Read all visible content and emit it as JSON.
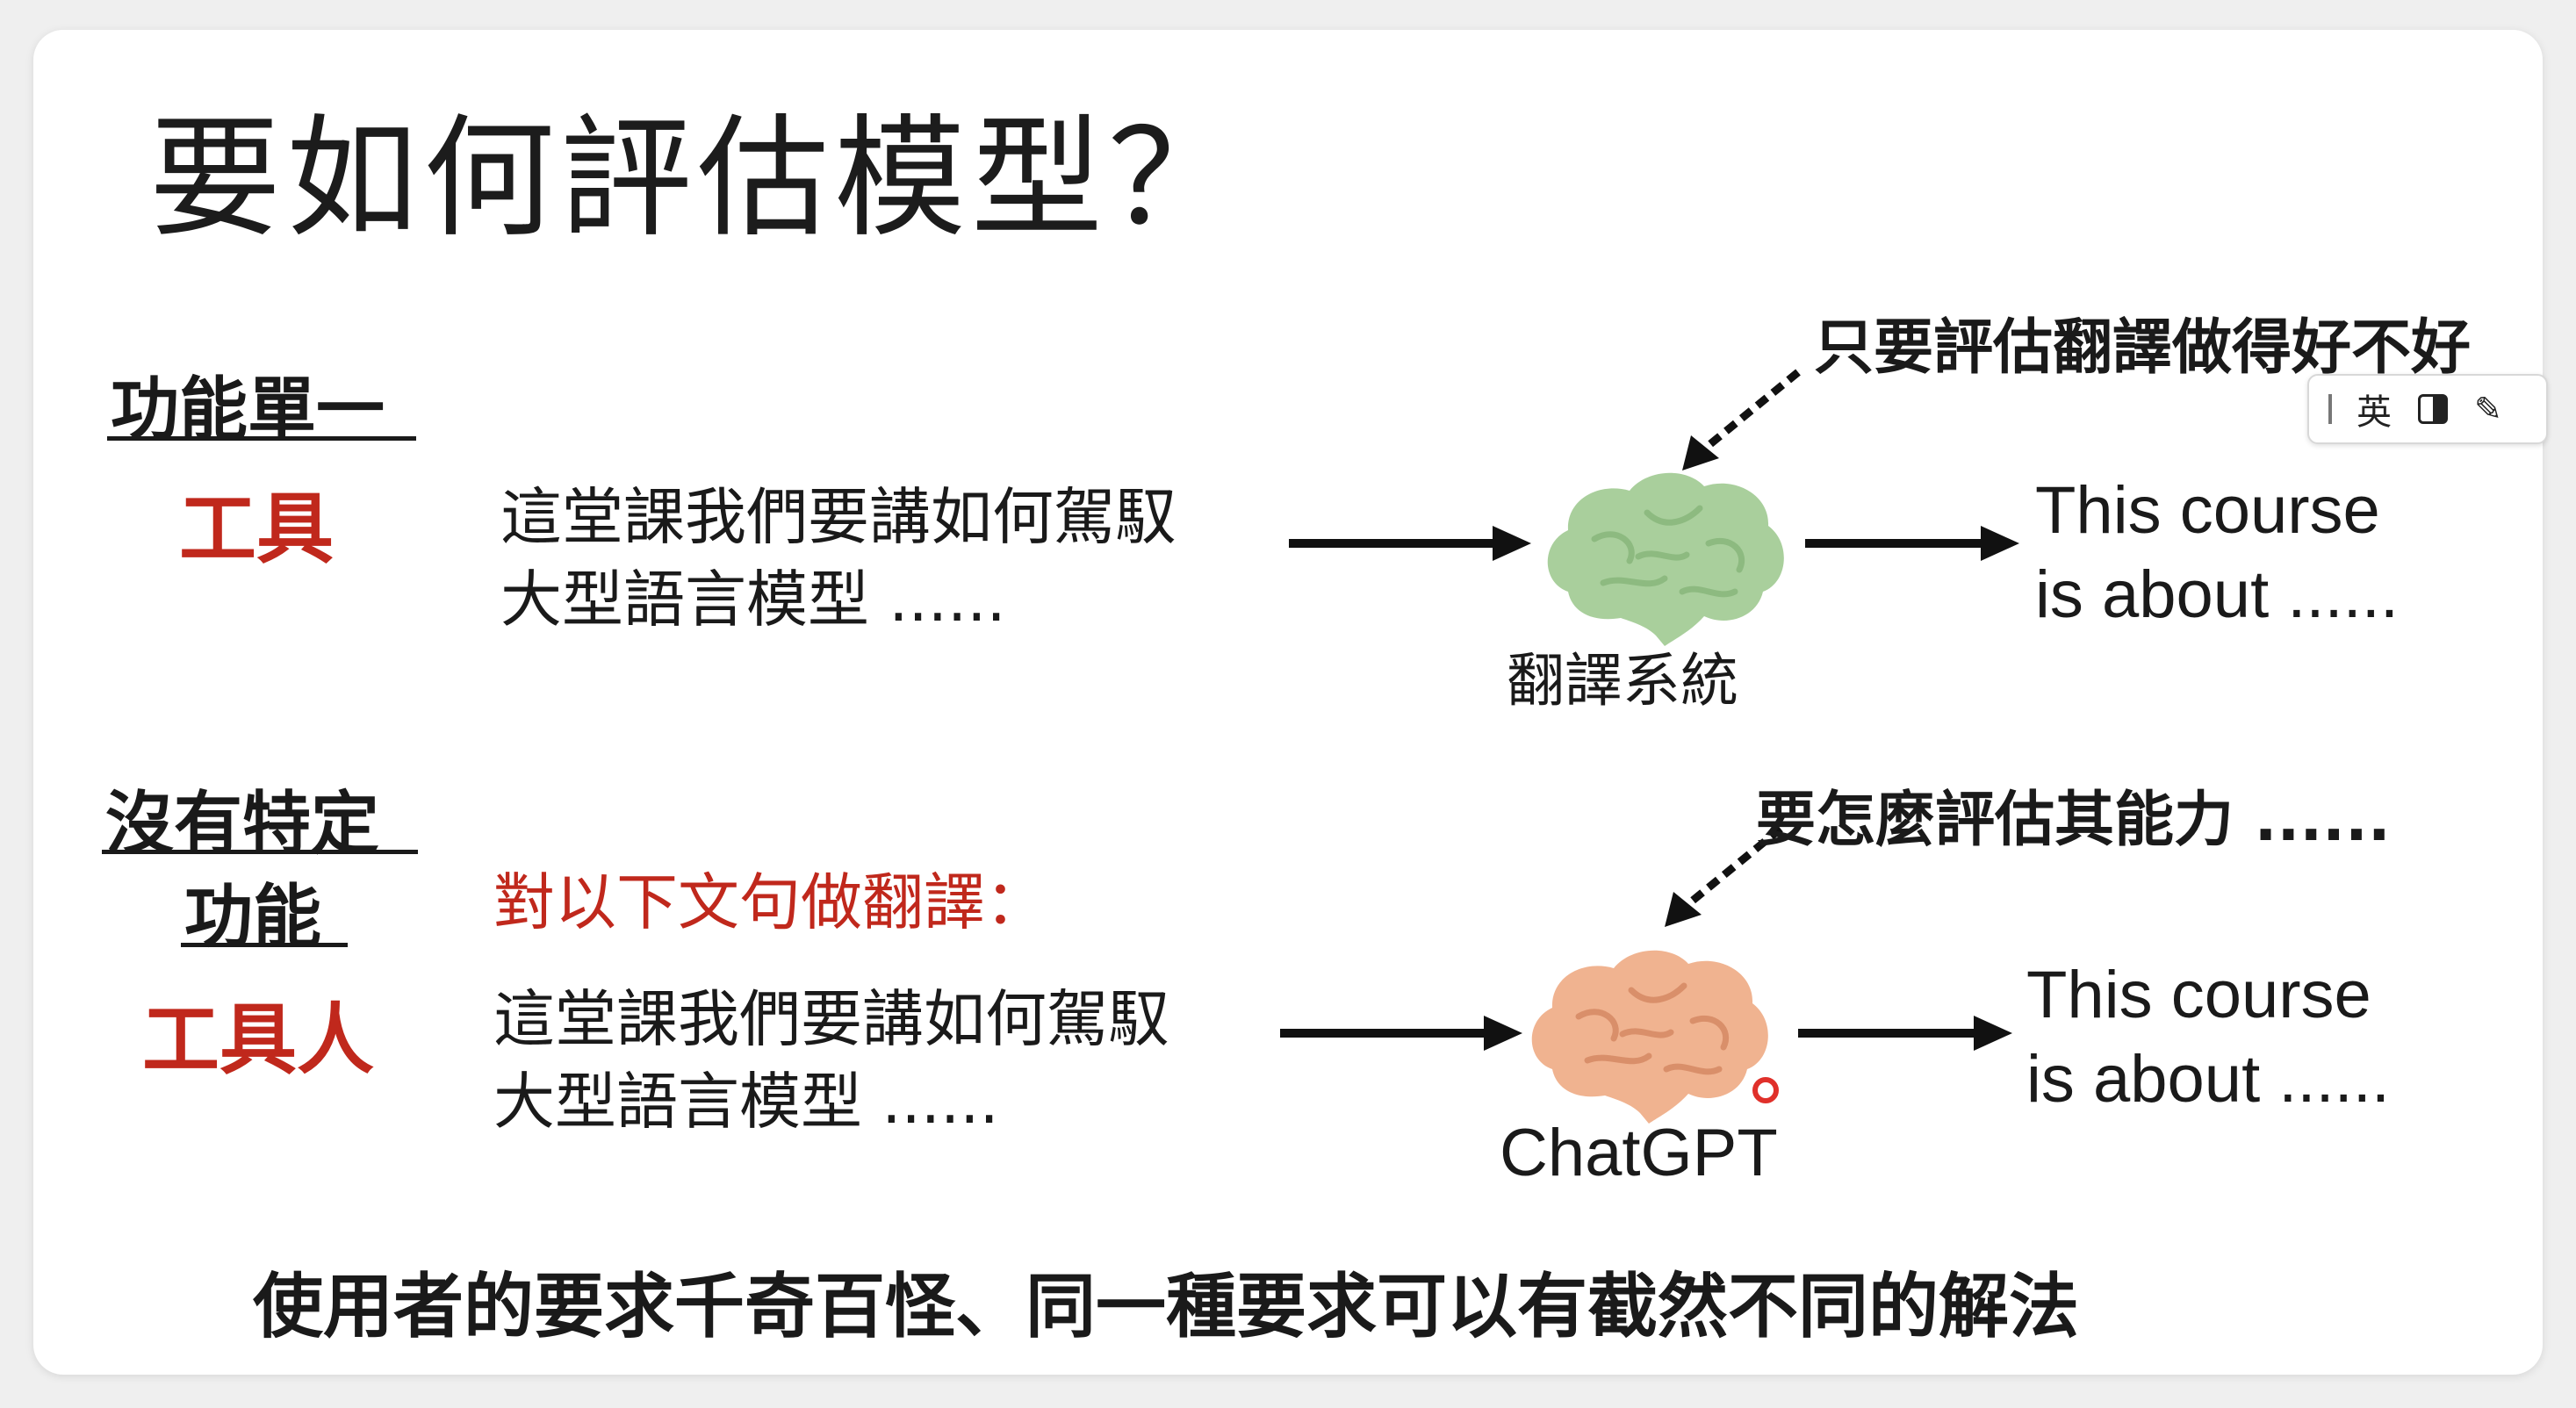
{
  "slide": {
    "title": "要如何評估模型？",
    "row1": {
      "category_label": "功能單一",
      "type_label": "工具",
      "input_text_line1": "這堂課我們要講如何駕馭",
      "input_text_line2": "大型語言模型 ......",
      "model_caption": "翻譯系統",
      "model_color": "#a9cf9c",
      "output_line1": "This course",
      "output_line2": "is about ......",
      "annotation": "只要評估翻譯做得好不好"
    },
    "row2": {
      "category_label_line1": "沒有特定",
      "category_label_line2": "功能",
      "type_label": "工具人",
      "prompt_instruction": "對以下文句做翻譯：",
      "input_text_line1": "這堂課我們要講如何駕馭",
      "input_text_line2": "大型語言模型 ......",
      "model_caption": "ChatGPT",
      "model_color": "#f0b390",
      "output_line1": "This course",
      "output_line2": "is about ......",
      "annotation": "要怎麼評估其能力 ......"
    },
    "bottom_statement": "使用者的要求千奇百怪、同一種要求可以有截然不同的解法",
    "accent_red": "#c0281c"
  },
  "ime_toolbar": {
    "language_indicator": "英",
    "icons": [
      "grip-icon",
      "half-width-icon",
      "ime-pad-icon"
    ]
  }
}
